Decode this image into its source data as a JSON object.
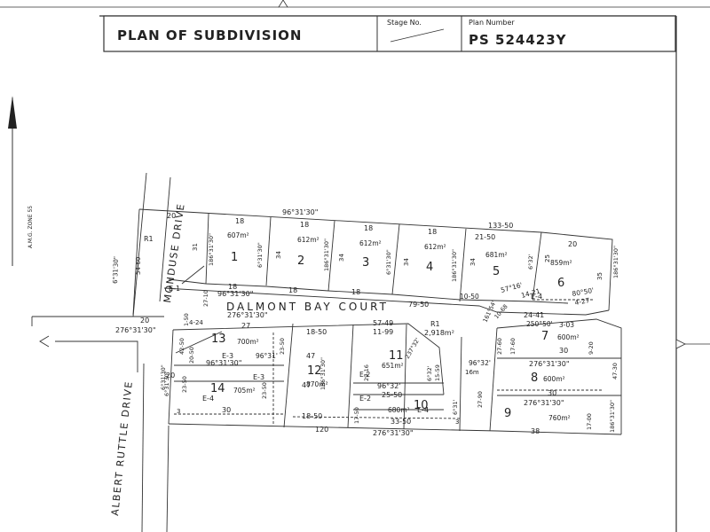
{
  "title_block": {
    "title": "PLAN OF SUBDIVISION",
    "stage_label": "Stage No.",
    "plan_number_label": "Plan Number",
    "plan_number": "PS 524423Y"
  },
  "north": {
    "zone_label": "A.M.G. ZONE 55"
  },
  "roads": {
    "dalmont": "DALMONT BAY COURT",
    "monduse": "MONDUSE DRIVE",
    "albert": "ALBERT RUTTLE DRIVE"
  },
  "reserve": {
    "label": "R1",
    "area": "2,918m²"
  },
  "reserve_west": {
    "label": "R1"
  },
  "lots": [
    {
      "num": "1",
      "area": "607m²"
    },
    {
      "num": "2",
      "area": "612m²"
    },
    {
      "num": "3",
      "area": "612m²"
    },
    {
      "num": "4",
      "area": "612m²"
    },
    {
      "num": "5",
      "area": "681m²"
    },
    {
      "num": "6",
      "area": "859m²"
    },
    {
      "num": "7",
      "area": "600m²"
    },
    {
      "num": "8",
      "area": "600m²"
    },
    {
      "num": "9",
      "area": "760m²"
    },
    {
      "num": "10",
      "area": "680m²"
    },
    {
      "num": "11",
      "area": "651m²"
    },
    {
      "num": "12",
      "area": "870m²"
    },
    {
      "num": "13",
      "area": "700m²"
    },
    {
      "num": "14",
      "area": "705m²"
    }
  ],
  "labels": [
    "96°31'30\"",
    "20",
    "18",
    "18",
    "18",
    "18",
    "133-50",
    "21-50",
    "20",
    "31",
    "54-60",
    "6°31'30\"",
    "186°31'30\"",
    "6°31'30\"",
    "34",
    "186°31'30\"",
    "34",
    "6°31'30\"",
    "34",
    "186°31'30\"",
    "34",
    "6°32'",
    "25",
    "186°31'30\"",
    "35",
    "18",
    "18",
    "18",
    "10-50",
    "57°16'",
    "14-21",
    "80°50'",
    "4-27",
    "E-1",
    "96°31'30\"",
    "27-10",
    "79-50",
    "20",
    "276°31'30\"",
    "1-50",
    "4-24",
    "276°31'30\"",
    "27",
    "57-49",
    "10-68",
    "24-41",
    "E-4",
    "250°50'",
    "3-03",
    "18-50",
    "11-99",
    "237°32'",
    "161°54'",
    "27-60",
    "17-60",
    "30",
    "E-3",
    "96°31'",
    "23-50",
    "47",
    "20-50",
    "42-50",
    "96°31'30\"",
    "186°31'30\"",
    "29-16",
    "E-2",
    "6°32'",
    "15-59",
    "96°32'",
    "16m",
    "276°31'30\"",
    "9-20",
    "47-30",
    "E-3",
    "23-50",
    "47",
    "E-2",
    "96°32'",
    "E-4",
    "30",
    "6°31'30\"",
    "23-50",
    "E-4",
    "25-50",
    "27-90",
    "276°31'30\"",
    "17-00",
    "30",
    "18-50",
    "33-50",
    "38",
    "120",
    "276°31'30\"",
    "186°31'30\"",
    "20",
    "6°31'30\"",
    "17-50",
    "6°31'",
    "3",
    "3"
  ]
}
